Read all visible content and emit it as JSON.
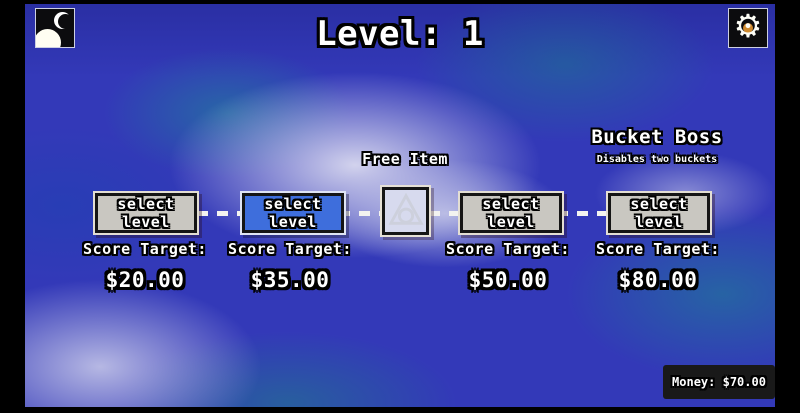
{
  "header": {
    "title": "Level: 1",
    "theme_button": {
      "icon": "sun-moon-icon"
    },
    "settings_button": {
      "icon": "gear-icon"
    }
  },
  "path": {
    "nodes": [
      {
        "kind": "level",
        "button_label": "select level",
        "score_label": "Score Target:",
        "score_value": "$20.00",
        "state": "normal"
      },
      {
        "kind": "level",
        "button_label": "select level",
        "score_label": "Score Target:",
        "score_value": "$35.00",
        "state": "highlighted"
      },
      {
        "kind": "item",
        "title": "Free Item",
        "icon": "alchemy-triangle-circle-icon"
      },
      {
        "kind": "level",
        "button_label": "select level",
        "score_label": "Score Target:",
        "score_value": "$50.00",
        "state": "normal"
      },
      {
        "kind": "boss",
        "boss_title": "Bucket Boss",
        "boss_subtitle": "Disables two buckets",
        "button_label": "select level",
        "score_label": "Score Target:",
        "score_value": "$80.00",
        "state": "normal"
      }
    ]
  },
  "footer": {
    "money": "Money: $70.00"
  },
  "colors": {
    "background_blue": "#3339b8",
    "swirl_teal": "#1f8a96",
    "swirl_white": "#d5d6ec",
    "button_gray": "#c9c7c1",
    "button_highlight_blue": "#3e6edc",
    "badge_black": "#191919",
    "gear_center_orange": "#cf8a2e"
  }
}
